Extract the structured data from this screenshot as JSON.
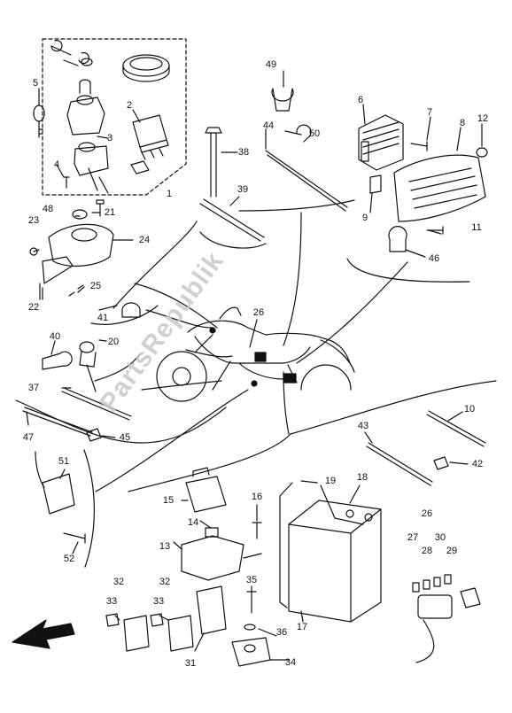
{
  "diagram": {
    "watermark": "PartsRepublik",
    "callouts": {
      "n1": "1",
      "n2": "2",
      "n3": "3",
      "n4": "4",
      "n5": "5",
      "n6": "6",
      "n7": "7",
      "n8": "8",
      "n9": "9",
      "n10": "10",
      "n11": "11",
      "n12": "12",
      "n13": "13",
      "n14": "14",
      "n15": "15",
      "n16": "16",
      "n17": "17",
      "n18": "18",
      "n19": "19",
      "n20": "20",
      "n21": "21",
      "n22": "22",
      "n23": "23",
      "n24": "24",
      "n25": "25",
      "n26a": "26",
      "n26b": "26",
      "n27": "27",
      "n28": "28",
      "n29": "29",
      "n30": "30",
      "n31": "31",
      "n32a": "32",
      "n32b": "32",
      "n33a": "33",
      "n33b": "33",
      "n34": "34",
      "n35": "35",
      "n36": "36",
      "n37": "37",
      "n38": "38",
      "n39": "39",
      "n40": "40",
      "n41": "41",
      "n42": "42",
      "n43": "43",
      "n44": "44",
      "n45": "45",
      "n46": "46",
      "n47": "47",
      "n48": "48",
      "n49": "49",
      "n50": "50",
      "n51": "51",
      "n52": "52"
    }
  }
}
